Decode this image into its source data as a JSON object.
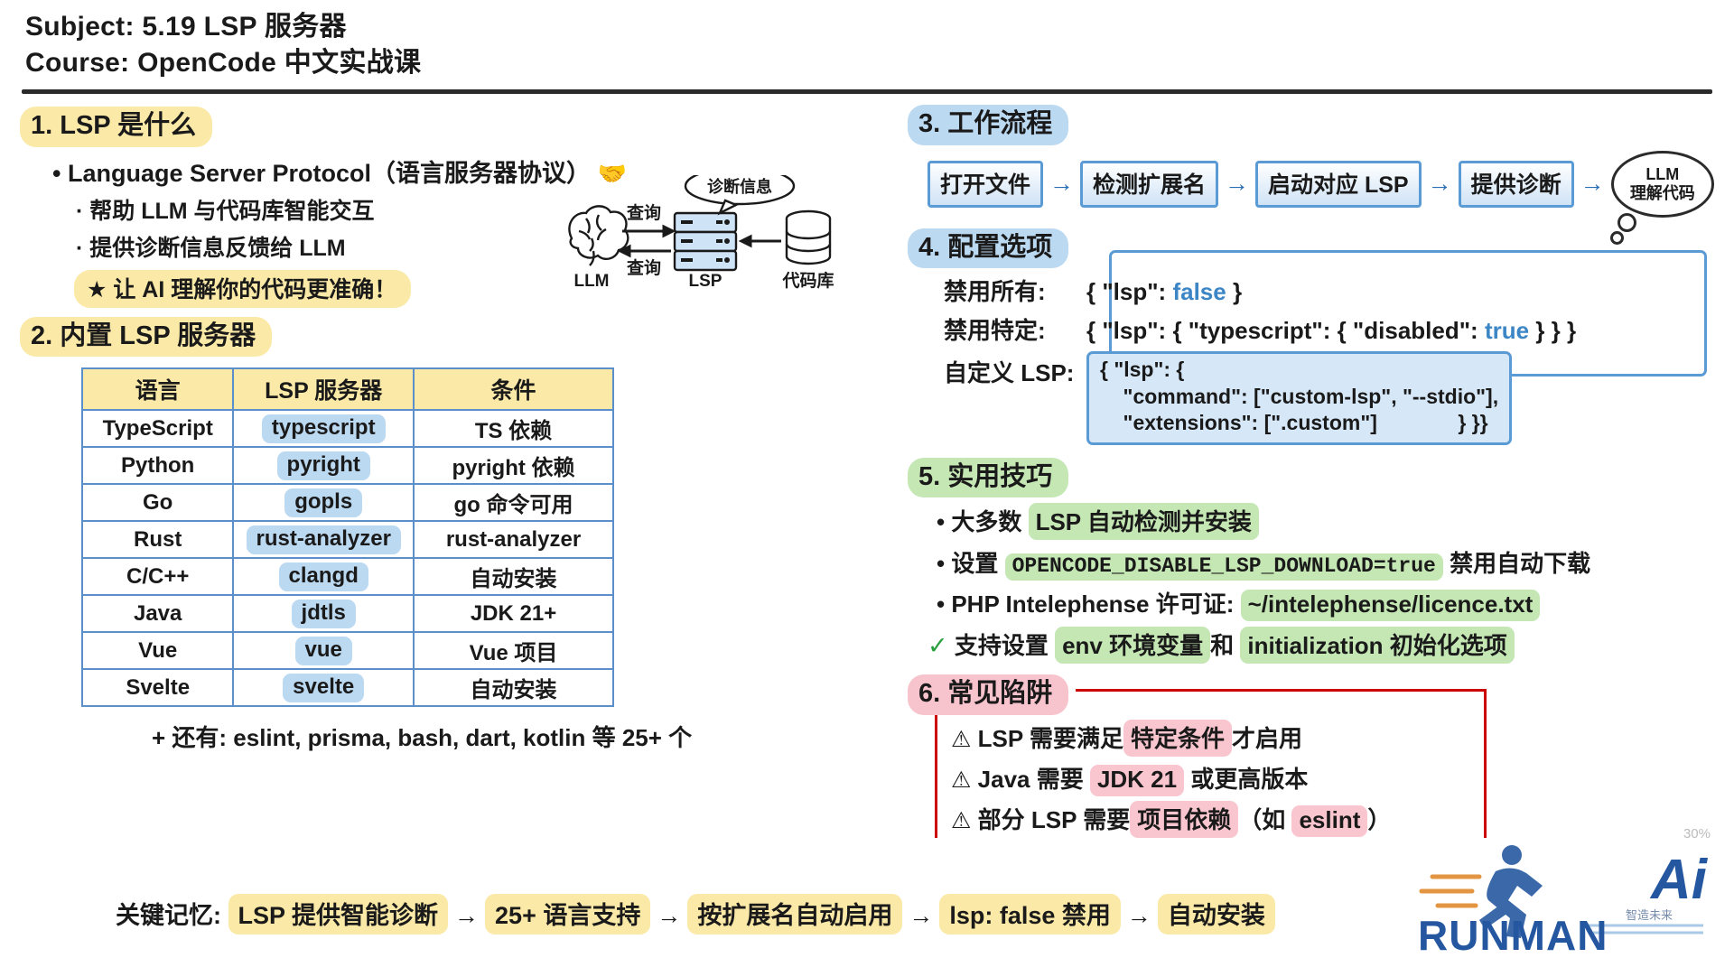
{
  "header": {
    "subject": "Subject: 5.19 LSP 服务器",
    "course": "Course: OpenCode 中文实战课"
  },
  "section1": {
    "title": "1. LSP 是什么",
    "bullet_main": "• Language Server Protocol（语言服务器协议）",
    "emoji_handshake": "🤝",
    "sub1": "· 帮助 LLM 与代码库智能交互",
    "sub2": "· 提供诊断信息反馈给 LLM",
    "star": "★ 让 AI 理解你的代码更准确！"
  },
  "diagram": {
    "bubble": "诊断信息",
    "llm_label": "LLM",
    "lsp_label": "LSP",
    "repo_label": "代码库",
    "arrow_top": "查询",
    "arrow_bottom": "查询"
  },
  "section2": {
    "title": "2. 内置 LSP 服务器",
    "table": {
      "headers": [
        "语言",
        "LSP 服务器",
        "条件"
      ],
      "rows": [
        {
          "lang": "TypeScript",
          "server": "typescript",
          "cond": "TS 依赖"
        },
        {
          "lang": "Python",
          "server": "pyright",
          "cond": "pyright 依赖"
        },
        {
          "lang": "Go",
          "server": "gopls",
          "cond": "go 命令可用"
        },
        {
          "lang": "Rust",
          "server": "rust-analyzer",
          "cond": "rust-analyzer"
        },
        {
          "lang": "C/C++",
          "server": "clangd",
          "cond": "自动安装"
        },
        {
          "lang": "Java",
          "server": "jdtls",
          "cond": "JDK 21+"
        },
        {
          "lang": "Vue",
          "server": "vue",
          "cond": "Vue 项目"
        },
        {
          "lang": "Svelte",
          "server": "svelte",
          "cond": "自动安装"
        }
      ]
    },
    "footnote": "+ 还有: eslint, prisma, bash, dart, kotlin 等 25+ 个"
  },
  "section3": {
    "title": "3. 工作流程",
    "steps": [
      "打开文件",
      "检测扩展名",
      "启动对应 LSP",
      "提供诊断"
    ],
    "arrow": "→",
    "cloud_line1": "LLM",
    "cloud_line2": "理解代码"
  },
  "section4": {
    "title": "4. 配置选项",
    "row1_label": "禁用所有:",
    "row1_pre": "{ \"lsp\": ",
    "row1_kw": "false",
    "row1_post": " }",
    "row2_label": "禁用特定:",
    "row2_pre": "{ \"lsp\": { \"typescript\": { \"disabled\": ",
    "row2_kw": "true",
    "row2_post": " } } }",
    "row3_label": "自定义 LSP:",
    "json_line1": "{ \"lsp\": {",
    "json_line2": "    \"command\": [\"custom-lsp\", \"--stdio\"],",
    "json_line3": "    \"extensions\": [\".custom\"]              } }}"
  },
  "section5": {
    "title": "5. 实用技巧",
    "tip1_pre": "• 大多数 ",
    "tip1_hl": "LSP 自动检测并安装",
    "tip2_pre": "• 设置 ",
    "tip2_hl": "OPENCODE_DISABLE_LSP_DOWNLOAD=true",
    "tip2_post": " 禁用自动下载",
    "tip3_pre": "• PHP Intelephense 许可证: ",
    "tip3_hl": "~/intelephense/licence.txt",
    "tip4_check": "✓",
    "tip4_pre": " 支持设置 ",
    "tip4_hl1": "env 环境变量",
    "tip4_mid": "和 ",
    "tip4_hl2": "initialization 初始化选项"
  },
  "section6": {
    "title": "6. 常见陷阱",
    "warn_icon": "⚠",
    "p1_pre": " LSP 需要满足",
    "p1_hl": "特定条件",
    "p1_post": "才启用",
    "p2_pre": " Java 需要 ",
    "p2_hl": "JDK 21",
    "p2_post": " 或更高版本",
    "p3_pre": " 部分 LSP 需要",
    "p3_hl": "项目依赖",
    "p3_mid": "（如 ",
    "p3_hl2": "eslint",
    "p3_post": "）"
  },
  "keyline": {
    "label": "关键记忆: ",
    "items": [
      "LSP 提供智能诊断",
      "25+ 语言支持",
      "按扩展名自动启用",
      "lsp: false 禁用",
      "自动安装"
    ],
    "arrow": "→"
  },
  "watermark": {
    "brand": "RUNMAN",
    "ai": "Ai",
    "sub": "智造未来",
    "pct": "30%"
  },
  "colors": {
    "yellow": "#fbe9a7",
    "blue": "#bcd9f2",
    "green": "#c4e7b4",
    "pink": "#f7c3cc",
    "table_border": "#5b8fc9",
    "keyword": "#3d86c6",
    "red_rule": "#cc0000"
  }
}
